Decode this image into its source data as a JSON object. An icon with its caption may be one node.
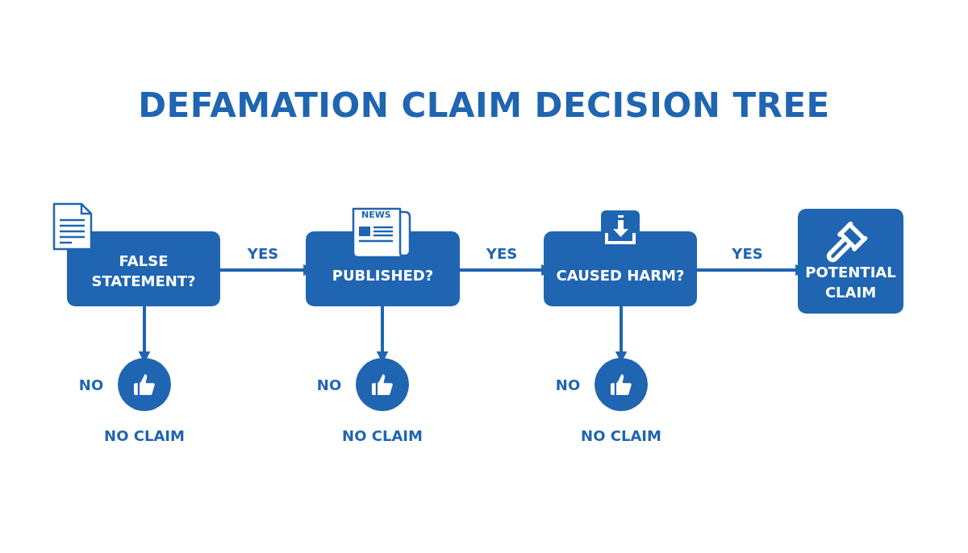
{
  "diagram": {
    "title": "DEFAMATION CLAIM DECISION TREE",
    "nodes": [
      {
        "text": [
          "FALSE STATEMENT?"
        ]
      },
      {
        "text": [
          "PUBLISHED?"
        ]
      },
      {
        "text": [
          "CAUSED HARM?"
        ]
      },
      {
        "text": [
          "POTENTIAL CLAIM"
        ]
      },
      {
        "text": [],
        "shape": "circle",
        "beside": [
          "NO CLAIM"
        ]
      },
      {
        "text": [],
        "shape": "circle",
        "beside": [
          "NO CLAIM"
        ]
      },
      {
        "text": [],
        "shape": "circle",
        "beside": [
          "NO CLAIM"
        ]
      }
    ],
    "edges": [
      {
        "from": 0,
        "to": 1,
        "arrow": "to",
        "label": "YES"
      },
      {
        "from": 1,
        "to": 2,
        "arrow": "to",
        "label": "YES"
      },
      {
        "from": 2,
        "to": 3,
        "arrow": "to",
        "label": "YES"
      },
      {
        "from": 0,
        "to": 4,
        "arrow": "to",
        "label": "NO"
      },
      {
        "from": 1,
        "to": 5,
        "arrow": "to",
        "label": "NO"
      },
      {
        "from": 2,
        "to": 6,
        "arrow": "to",
        "label": "NO"
      }
    ],
    "labels": [
      "NEWS"
    ]
  }
}
